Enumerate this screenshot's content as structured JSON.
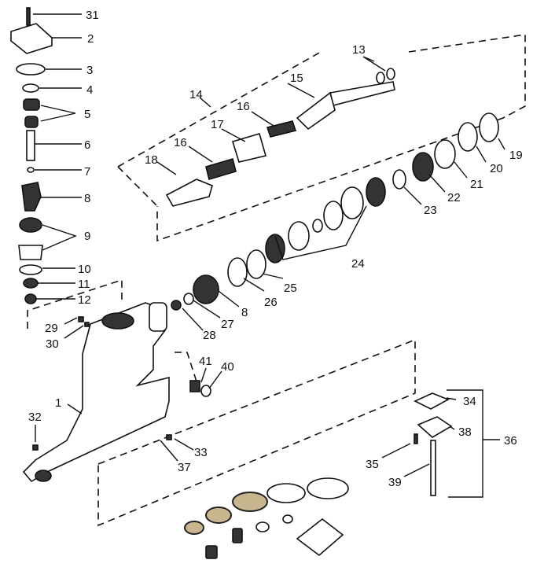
{
  "title": "Gear housing exploded parts diagram",
  "callouts": [
    "31",
    "2",
    "3",
    "4",
    "5",
    "6",
    "7",
    "8",
    "9",
    "10",
    "11",
    "12",
    "13",
    "14",
    "15",
    "16",
    "17",
    "16",
    "18",
    "19",
    "20",
    "21",
    "22",
    "23",
    "24",
    "25",
    "26",
    "8",
    "27",
    "28",
    "29",
    "30",
    "41",
    "40",
    "1",
    "32",
    "34",
    "38",
    "36",
    "33",
    "37",
    "35",
    "39"
  ],
  "colors": {
    "line": "#111111",
    "seal": "#c9b68e"
  }
}
